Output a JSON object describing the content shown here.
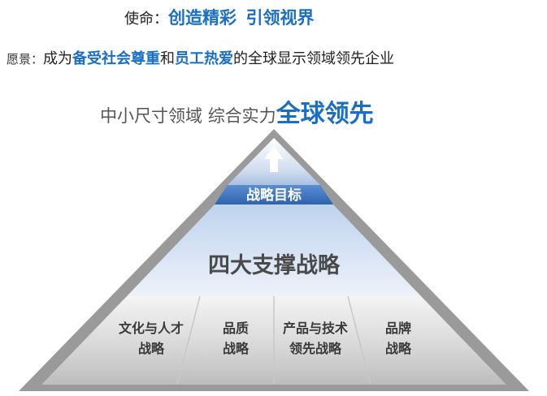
{
  "mission": {
    "label": "使命：",
    "text1": "创造精彩",
    "text2": "引领视界"
  },
  "vision": {
    "label": "愿景：",
    "p1": "成为",
    "k1": "备受社会尊重",
    "p2": "和",
    "k2": "员工热爱",
    "p3": "的全球显示领域领先企业"
  },
  "slogan": {
    "text1": "中小尺寸领域",
    "text2": "综合实力",
    "text3": "全球领先"
  },
  "pyramid": {
    "top": "战略目标",
    "middle": "四大支撑战略",
    "base": [
      {
        "line1": "文化与人才",
        "line2": "战略"
      },
      {
        "line1": "品质",
        "line2": "战略"
      },
      {
        "line1": "产品与技术",
        "line2": "领先战略"
      },
      {
        "line1": "品牌",
        "line2": "战略"
      }
    ]
  },
  "colors": {
    "accent": "#1a6fc4",
    "top_band": "#3a73bd",
    "border": "#8a8a8a"
  }
}
